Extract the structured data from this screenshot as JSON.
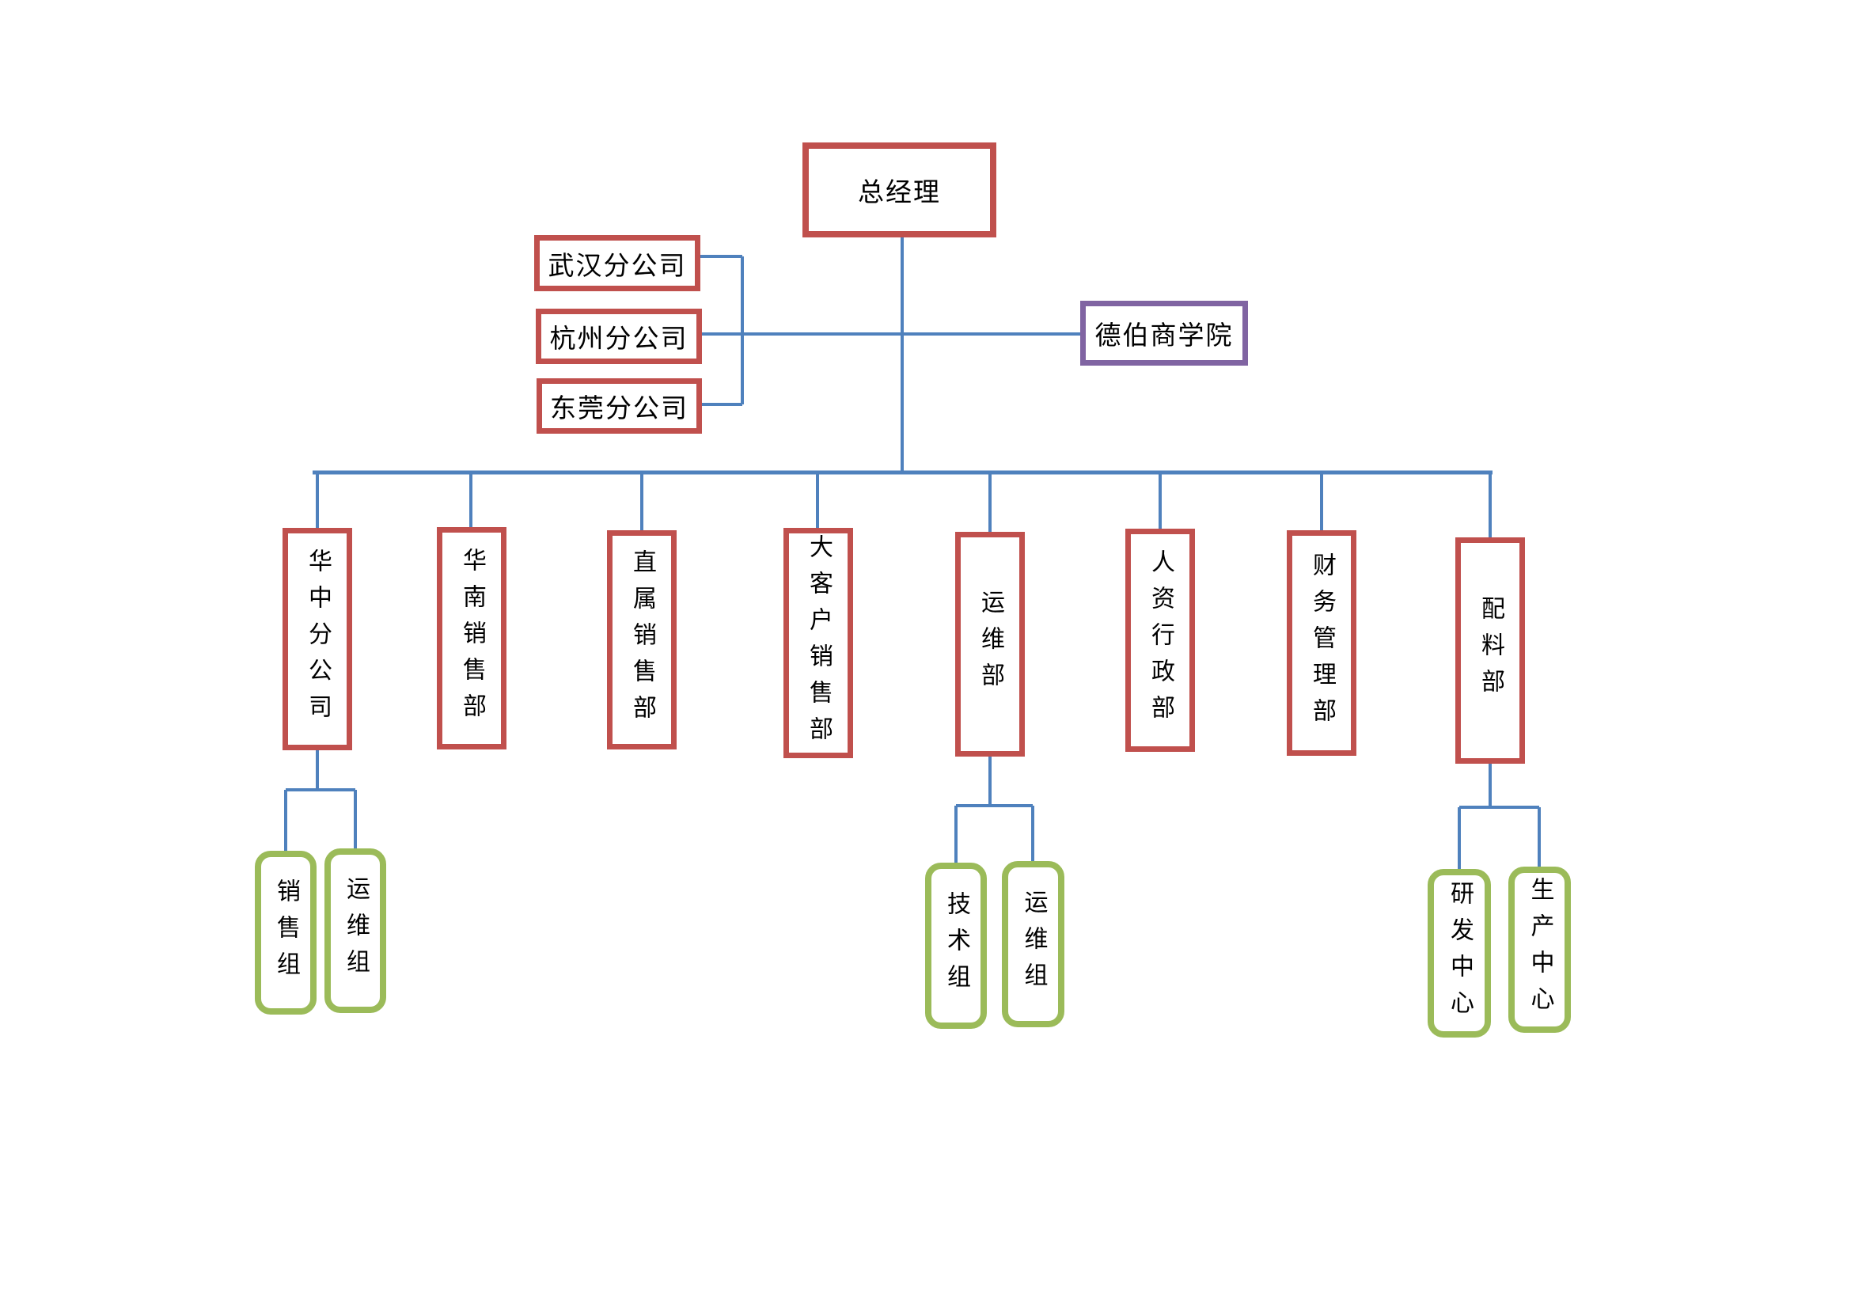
{
  "org_chart": {
    "root": {
      "label": "总经理"
    },
    "left_branches": [
      {
        "label": "武汉分公司"
      },
      {
        "label": "杭州分公司"
      },
      {
        "label": "东莞分公司"
      }
    ],
    "right_nodes": [
      {
        "label": "德伯商学院"
      }
    ],
    "departments": [
      {
        "label": "华中分公司",
        "children": [
          "销售组",
          "运维组"
        ]
      },
      {
        "label": "华南销售部",
        "children": []
      },
      {
        "label": "直属销售部",
        "children": []
      },
      {
        "label": "大客户销售部",
        "children": []
      },
      {
        "label": "运维部",
        "children": [
          "技术组",
          "运维组"
        ]
      },
      {
        "label": "人资行政部",
        "children": []
      },
      {
        "label": "财务管理部",
        "children": []
      },
      {
        "label": "配料部",
        "children": [
          "研发中心",
          "生产中心"
        ]
      }
    ],
    "colors": {
      "box_red": "#C0504D",
      "box_green": "#9BBB59",
      "box_purple": "#8064A2",
      "line_blue": "#4F81BD",
      "text": "#000000",
      "background": "#FFFFFF"
    }
  }
}
